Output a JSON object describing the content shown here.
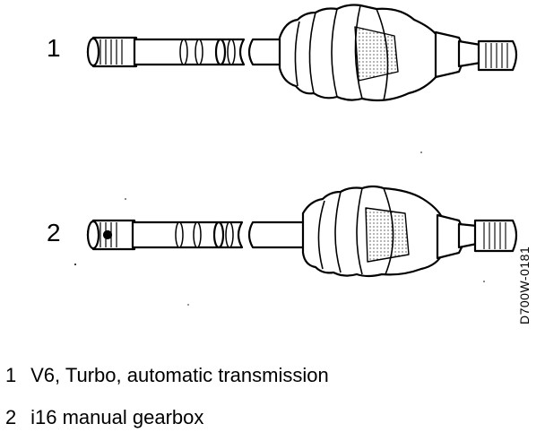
{
  "figure": {
    "callouts": [
      "1",
      "2"
    ],
    "reference_code": "D700W-0181"
  },
  "legend": [
    {
      "number": "1",
      "text": "V6, Turbo, automatic transmission"
    },
    {
      "number": "2",
      "text": "i16 manual gearbox"
    }
  ]
}
